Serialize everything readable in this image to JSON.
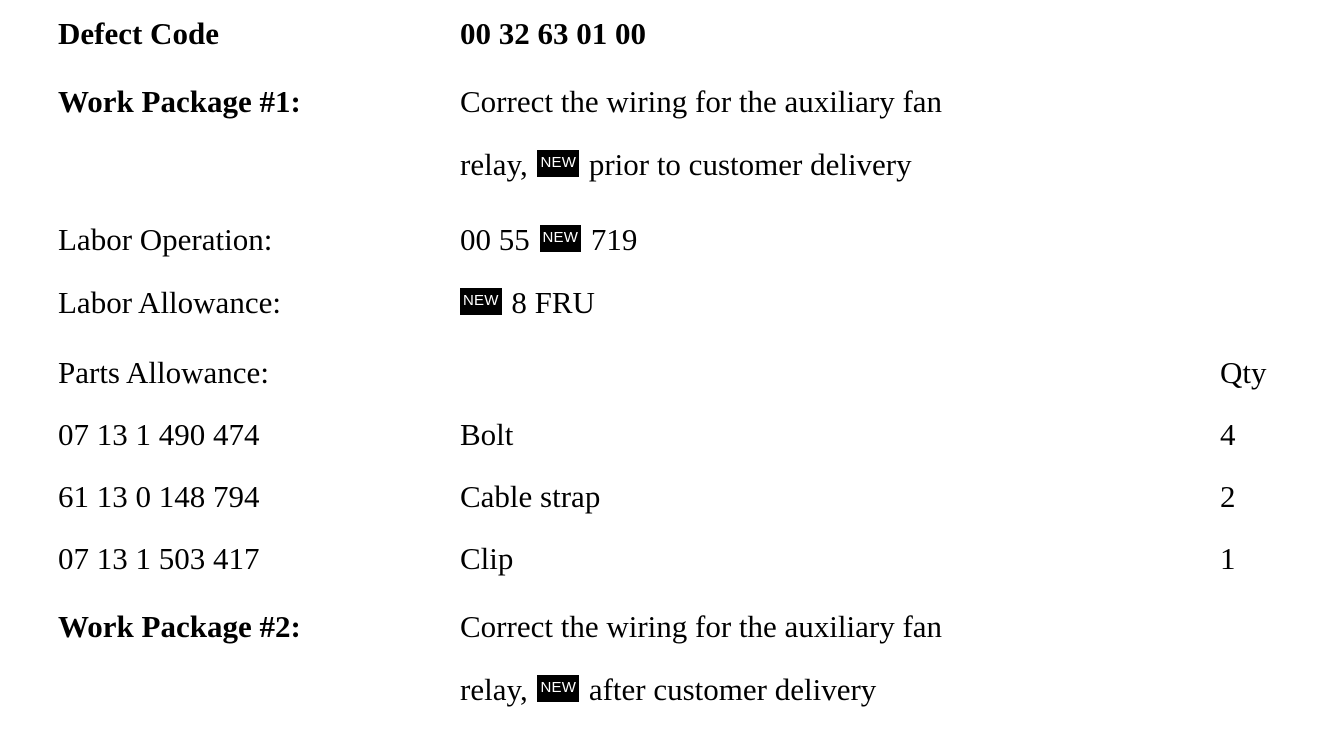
{
  "defect_code": {
    "label": "Defect Code",
    "value": "00 32 63 01 00"
  },
  "work_package_1": {
    "label": "Work Package #1:",
    "line1": "Correct the wiring for the auxiliary fan",
    "line2_before": "relay,",
    "badge": "NEW",
    "line2_after": "prior to customer delivery"
  },
  "labor_operation": {
    "label": "Labor Operation:",
    "value_before": "00 55",
    "badge": "NEW",
    "value_after": "719"
  },
  "labor_allowance": {
    "label": "Labor Allowance:",
    "badge": "NEW",
    "value_after": "8 FRU"
  },
  "parts_allowance": {
    "label": "Parts Allowance:",
    "qty_header": "Qty",
    "parts": [
      {
        "number": "07 13 1 490 474",
        "description": "Bolt",
        "qty": "4"
      },
      {
        "number": "61 13 0 148 794",
        "description": "Cable strap",
        "qty": "2"
      },
      {
        "number": "07 13 1 503 417",
        "description": "Clip",
        "qty": "1"
      }
    ]
  },
  "work_package_2": {
    "label": "Work Package #2:",
    "line1": "Correct the wiring for the auxiliary fan",
    "line2_before": "relay,",
    "badge": "NEW",
    "line2_after": "after customer delivery"
  }
}
